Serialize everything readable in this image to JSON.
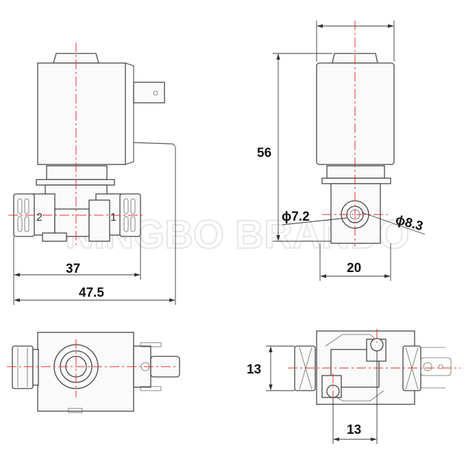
{
  "watermark": "NINGBO BRANDO",
  "colors": {
    "centerline": "#e0302c",
    "outline": "#444444",
    "dimension": "#333333"
  },
  "front_view": {
    "port_left": "2",
    "port_right": "1",
    "dim_fittings": "37",
    "dim_overall": "47.5"
  },
  "side_view": {
    "dim_height": "56",
    "dim_width": "20",
    "dim_dia_inner": "ϕ7.2",
    "dim_dia_outer": "ϕ8.3"
  },
  "bottom_right_view": {
    "dim_vertical": "13",
    "dim_horizontal": "13"
  }
}
